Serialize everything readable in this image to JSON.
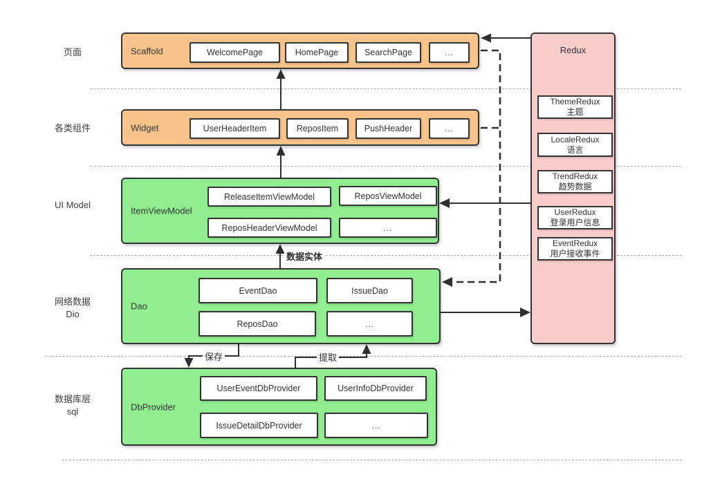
{
  "diagram": {
    "side_labels": {
      "page": "页面",
      "components": "各类组件",
      "ui_model": "UI Model",
      "network_line1": "网络数据",
      "network_line2": "Dio",
      "db_line1": "数据库层",
      "db_line2": "sql"
    },
    "edge_labels": {
      "data_entity": "数据实体",
      "save": "保存",
      "extract": "提取"
    },
    "panels": {
      "scaffold": {
        "title": "Scaffold",
        "items": [
          "WelcomePage",
          "HomePage",
          "SearchPage",
          "..."
        ]
      },
      "widget": {
        "title": "Widget",
        "items": [
          "UserHeaderItem",
          "ReposItem",
          "PushHeader",
          "..."
        ]
      },
      "item_view_model": {
        "title": "ItemViewModel",
        "items": [
          "ReleaseItemViewModel",
          "ReposViewModel",
          "ReposHeaderViewModel",
          "..."
        ]
      },
      "dao": {
        "title": "Dao",
        "items": [
          "EventDao",
          "IssueDao",
          "ReposDao",
          "..."
        ]
      },
      "db_provider": {
        "title": "DbProvider",
        "items": [
          "UserEventDbProvider",
          "UserInfoDbProvider",
          "IssueDetailDbProvider",
          "..."
        ]
      },
      "redux": {
        "title": "Redux",
        "items": [
          {
            "name": "ThemeRedux",
            "desc": "主题"
          },
          {
            "name": "LocaleRedux",
            "desc": "语言"
          },
          {
            "name": "TrendRedux",
            "desc": "趋势数据"
          },
          {
            "name": "UserRedux",
            "desc": "登录用户信息"
          },
          {
            "name": "EventRedux",
            "desc": "用户接收事件"
          }
        ]
      }
    },
    "colors": {
      "panel_orange": "#F9C48B",
      "panel_green": "#90EE90",
      "panel_pink": "#FACDCD",
      "border": "#333333",
      "separator": "#ABABAB"
    }
  }
}
